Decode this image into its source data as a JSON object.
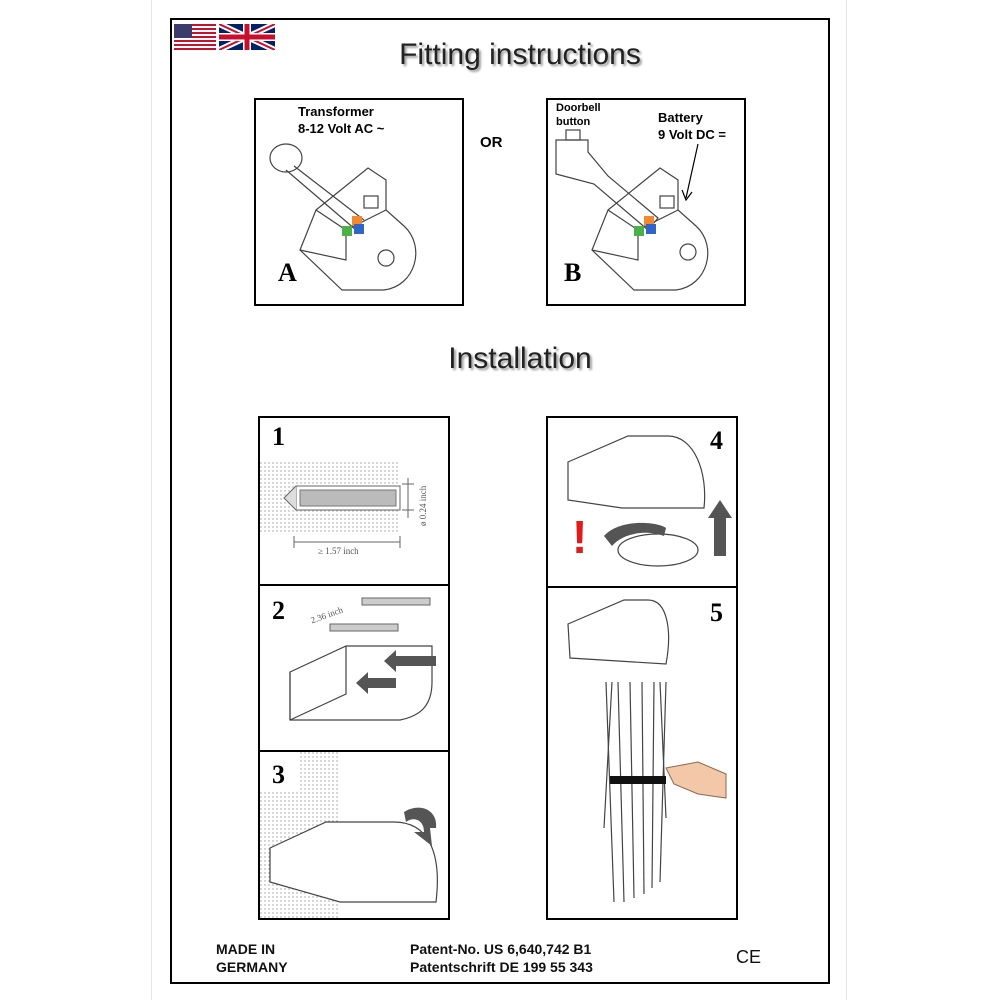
{
  "header": {
    "title": "Fitting instructions",
    "flags": [
      "us-flag-icon",
      "uk-flag-icon"
    ]
  },
  "fitting": {
    "option_a": {
      "letter": "A",
      "label_line1": "Transformer",
      "label_line2": "8-12 Volt AC ~"
    },
    "or_label": "OR",
    "option_b": {
      "letter": "B",
      "button_line1": "Doorbell",
      "button_line2": "button",
      "label_line1": "Battery",
      "label_line2": "9 Volt DC ="
    }
  },
  "installation": {
    "title": "Installation",
    "steps": [
      {
        "number": "1",
        "diameter": "ø 0.24 inch",
        "depth": "≥ 1.57 inch"
      },
      {
        "number": "2",
        "screw_length": "2.36 inch"
      },
      {
        "number": "3"
      },
      {
        "number": "4",
        "warning": "!"
      },
      {
        "number": "5"
      }
    ]
  },
  "footer": {
    "made_in_line1": "MADE IN",
    "made_in_line2": "GERMANY",
    "patent_us": "Patent-No. US 6,640,742 B1",
    "patent_de": "Patentschrift DE 199 55 343",
    "ce_mark": "CE"
  },
  "colors": {
    "wire_orange": "#f08a30",
    "wire_blue": "#2f64c8",
    "wire_green": "#4bb04a",
    "arrow_gray": "#555555",
    "warning_red": "#e11a1a"
  }
}
